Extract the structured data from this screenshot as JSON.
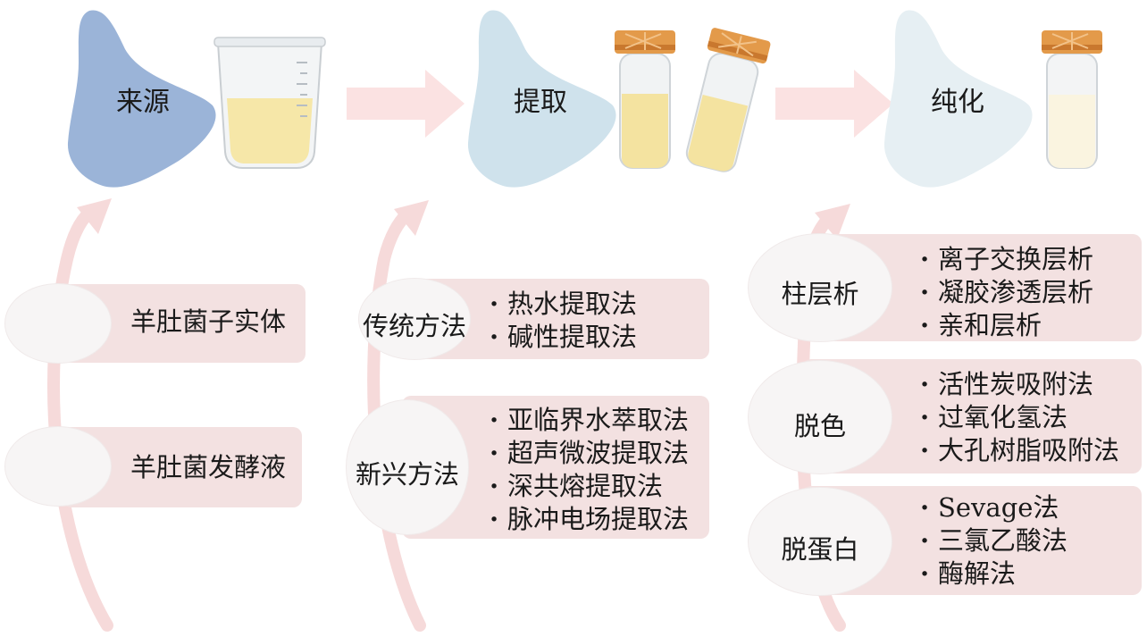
{
  "stages": [
    {
      "label": "来源"
    },
    {
      "label": "提取"
    },
    {
      "label": "纯化"
    }
  ],
  "source": {
    "items": [
      "羊肚菌子实体",
      "羊肚菌发酵液"
    ]
  },
  "extraction": {
    "groups": [
      {
        "title": "传统方法",
        "items": [
          "热水提取法",
          "碱性提取法"
        ]
      },
      {
        "title": "新兴方法",
        "items": [
          "亚临界水萃取法",
          "超声微波提取法",
          "深共熔提取法",
          "脉冲电场提取法"
        ]
      }
    ]
  },
  "purification": {
    "groups": [
      {
        "title": "柱层析",
        "items": [
          "离子交换层析",
          "凝胶渗透层析",
          "亲和层析"
        ]
      },
      {
        "title": "脱色",
        "items": [
          "活性炭吸附法",
          "过氧化氢法",
          "大孔树脂吸附法"
        ]
      },
      {
        "title": "脱蛋白",
        "items": [
          "Sevage法",
          "三氯乙酸法",
          "酶解法"
        ]
      }
    ]
  },
  "colors": {
    "stage1": "#9bb4d8",
    "stage2": "#cfe2ec",
    "stage3": "#e6eff3",
    "arrow": "#f6dcdc",
    "bar": "#f3e1e1",
    "liquid": "#f6e7a8"
  }
}
